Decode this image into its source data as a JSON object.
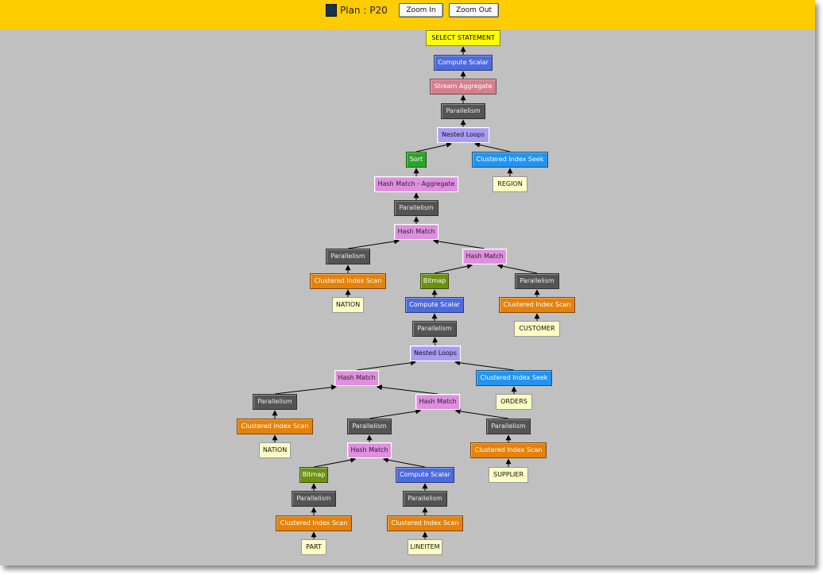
{
  "toolbar": {
    "plan_label": "Plan : P20",
    "zoom_in_label": "Zoom In",
    "zoom_out_label": "Zoom Out",
    "background_color": "#ffcc00"
  },
  "plan": {
    "nodes": [
      {
        "id": "n1",
        "label": "SELECT STATEMENT",
        "type": "select"
      },
      {
        "id": "n2",
        "label": "Compute Scalar",
        "type": "compute"
      },
      {
        "id": "n3",
        "label": "Stream Aggregate",
        "type": "stream"
      },
      {
        "id": "n4",
        "label": "Parallelism",
        "type": "parallel"
      },
      {
        "id": "n5",
        "label": "Nested Loops",
        "type": "nested"
      },
      {
        "id": "n6",
        "label": "Sort",
        "type": "sort"
      },
      {
        "id": "n7",
        "label": "Clustered Index Seek",
        "type": "seek"
      },
      {
        "id": "n8",
        "label": "Hash Match - Aggregate",
        "type": "hashagg"
      },
      {
        "id": "n9",
        "label": "REGION",
        "type": "table"
      },
      {
        "id": "n10",
        "label": "Parallelism",
        "type": "parallel"
      },
      {
        "id": "n11",
        "label": "Hash Match",
        "type": "hash"
      },
      {
        "id": "n12",
        "label": "Parallelism",
        "type": "parallel"
      },
      {
        "id": "n13",
        "label": "Hash Match",
        "type": "hash"
      },
      {
        "id": "n14",
        "label": "Clustered Index Scan",
        "type": "scan"
      },
      {
        "id": "n15",
        "label": "Bitmap",
        "type": "bitmap"
      },
      {
        "id": "n16",
        "label": "Parallelism",
        "type": "parallel"
      },
      {
        "id": "n17",
        "label": "NATION",
        "type": "table"
      },
      {
        "id": "n18",
        "label": "Compute Scalar",
        "type": "compute"
      },
      {
        "id": "n19",
        "label": "Clustered Index Scan",
        "type": "scan"
      },
      {
        "id": "n20",
        "label": "Parallelism",
        "type": "parallel"
      },
      {
        "id": "n21",
        "label": "CUSTOMER",
        "type": "table"
      },
      {
        "id": "n22",
        "label": "Nested Loops",
        "type": "nested"
      },
      {
        "id": "n23",
        "label": "Hash Match",
        "type": "hash"
      },
      {
        "id": "n24",
        "label": "Clustered Index Seek",
        "type": "seek"
      },
      {
        "id": "n25",
        "label": "Parallelism",
        "type": "parallel"
      },
      {
        "id": "n26",
        "label": "Hash Match",
        "type": "hash"
      },
      {
        "id": "n27",
        "label": "ORDERS",
        "type": "table"
      },
      {
        "id": "n28",
        "label": "Clustered Index Scan",
        "type": "scan"
      },
      {
        "id": "n29",
        "label": "Parallelism",
        "type": "parallel"
      },
      {
        "id": "n30",
        "label": "Parallelism",
        "type": "parallel"
      },
      {
        "id": "n31",
        "label": "NATION",
        "type": "table"
      },
      {
        "id": "n32",
        "label": "Hash Match",
        "type": "hash"
      },
      {
        "id": "n33",
        "label": "Clustered Index Scan",
        "type": "scan"
      },
      {
        "id": "n34",
        "label": "Bitmap",
        "type": "bitmap"
      },
      {
        "id": "n35",
        "label": "Compute Scalar",
        "type": "compute"
      },
      {
        "id": "n36",
        "label": "SUPPLIER",
        "type": "table"
      },
      {
        "id": "n37",
        "label": "Parallelism",
        "type": "parallel"
      },
      {
        "id": "n38",
        "label": "Parallelism",
        "type": "parallel"
      },
      {
        "id": "n39",
        "label": "Clustered Index Scan",
        "type": "scan"
      },
      {
        "id": "n40",
        "label": "Clustered Index Scan",
        "type": "scan"
      },
      {
        "id": "n41",
        "label": "PART",
        "type": "table"
      },
      {
        "id": "n42",
        "label": "LINEITEM",
        "type": "table"
      }
    ],
    "edges": [
      [
        "n2",
        "n1"
      ],
      [
        "n3",
        "n2"
      ],
      [
        "n4",
        "n3"
      ],
      [
        "n5",
        "n4"
      ],
      [
        "n6",
        "n5"
      ],
      [
        "n7",
        "n5"
      ],
      [
        "n8",
        "n6"
      ],
      [
        "n9",
        "n7"
      ],
      [
        "n10",
        "n8"
      ],
      [
        "n11",
        "n10"
      ],
      [
        "n12",
        "n11"
      ],
      [
        "n13",
        "n11"
      ],
      [
        "n14",
        "n12"
      ],
      [
        "n15",
        "n13"
      ],
      [
        "n16",
        "n13"
      ],
      [
        "n17",
        "n14"
      ],
      [
        "n18",
        "n15"
      ],
      [
        "n19",
        "n16"
      ],
      [
        "n20",
        "n18"
      ],
      [
        "n21",
        "n19"
      ],
      [
        "n22",
        "n20"
      ],
      [
        "n23",
        "n22"
      ],
      [
        "n24",
        "n22"
      ],
      [
        "n25",
        "n23"
      ],
      [
        "n26",
        "n23"
      ],
      [
        "n27",
        "n24"
      ],
      [
        "n28",
        "n25"
      ],
      [
        "n29",
        "n26"
      ],
      [
        "n30",
        "n26"
      ],
      [
        "n31",
        "n28"
      ],
      [
        "n32",
        "n29"
      ],
      [
        "n33",
        "n30"
      ],
      [
        "n34",
        "n32"
      ],
      [
        "n35",
        "n32"
      ],
      [
        "n36",
        "n33"
      ],
      [
        "n37",
        "n34"
      ],
      [
        "n38",
        "n35"
      ],
      [
        "n39",
        "n37"
      ],
      [
        "n40",
        "n38"
      ],
      [
        "n41",
        "n39"
      ],
      [
        "n42",
        "n40"
      ]
    ]
  }
}
